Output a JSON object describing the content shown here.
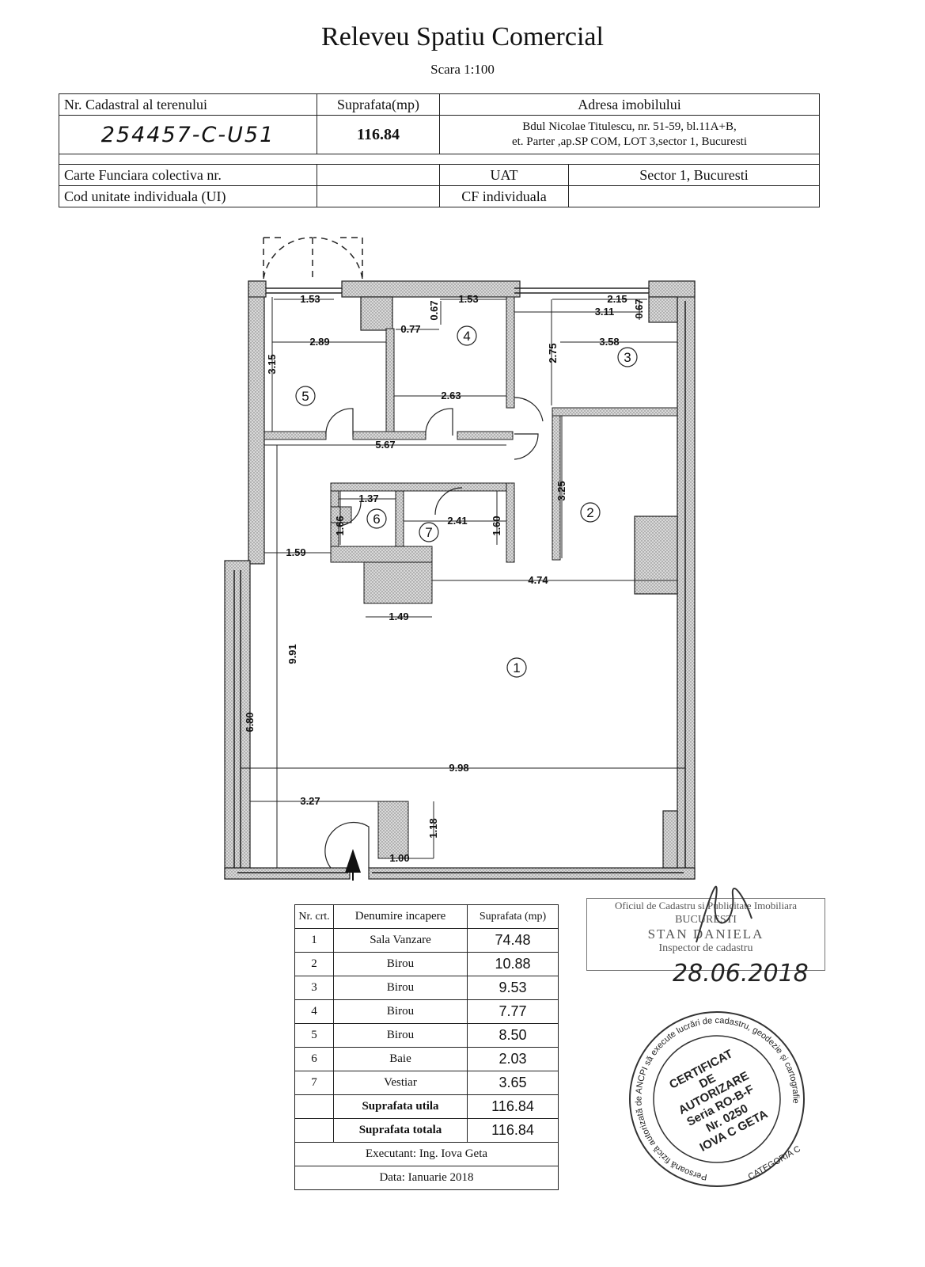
{
  "header": {
    "title": "Releveu Spatiu Comercial",
    "scale": "Scara 1:100"
  },
  "info_table": {
    "cadastral_label": "Nr. Cadastral al terenului",
    "area_label": "Suprafata(mp)",
    "address_label": "Adresa imobilului",
    "cadastral_value": "254457-C-U51",
    "area_value": "116.84",
    "address_line1": "Bdul Nicolae Titulescu, nr. 51-59, bl.11A+B,",
    "address_line2": "et. Parter ,ap.SP COM, LOT 3,sector 1, Bucuresti",
    "carte_label": "Carte Funciara colectiva nr.",
    "uat_label": "UAT",
    "uat_value": "Sector 1, Bucuresti",
    "cod_label": "Cod unitate individuala (UI)",
    "cf_label": "CF individuala"
  },
  "floor_plan": {
    "rooms": [
      "1",
      "2",
      "3",
      "4",
      "5",
      "6",
      "7"
    ],
    "dimensions": {
      "d_153a": "1.53",
      "d_067a": "0.67",
      "d_153b": "1.53",
      "d_215": "2.15",
      "d_067b": "0.67",
      "d_077": "0.77",
      "d_311": "3.11",
      "d_289": "2.89",
      "d_275": "2.75",
      "d_358": "3.58",
      "d_315": "3.15",
      "d_263": "2.63",
      "d_567": "5.67",
      "d_137": "1.37",
      "d_325": "3.25",
      "d_166": "1.66",
      "d_241": "2.41",
      "d_160": "1.60",
      "d_159": "1.59",
      "d_474": "4.74",
      "d_149": "1.49",
      "d_991": "9.91",
      "d_680": "6.80",
      "d_998": "9.98",
      "d_327": "3.27",
      "d_118": "1.18",
      "d_100": "1.00"
    }
  },
  "rooms_table": {
    "headers": [
      "Nr. crt.",
      "Denumire incapere",
      "Suprafata (mp)"
    ],
    "rows": [
      {
        "nr": "1",
        "name": "Sala Vanzare",
        "area": "74.48"
      },
      {
        "nr": "2",
        "name": "Birou",
        "area": "10.88"
      },
      {
        "nr": "3",
        "name": "Birou",
        "area": "9.53"
      },
      {
        "nr": "4",
        "name": "Birou",
        "area": "7.77"
      },
      {
        "nr": "5",
        "name": "Birou",
        "area": "8.50"
      },
      {
        "nr": "6",
        "name": "Baie",
        "area": "2.03"
      },
      {
        "nr": "7",
        "name": "Vestiar",
        "area": "3.65"
      }
    ],
    "util_label": "Suprafata utila",
    "util_value": "116.84",
    "total_label": "Suprafata totala",
    "total_value": "116.84",
    "executant": "Executant: Ing. Iova Geta",
    "date": "Data: Ianuarie 2018"
  },
  "ocpi_stamp": {
    "line1": "Oficiul de Cadastru si Publicitate Imobiliara",
    "line2": "BUCURESTI",
    "line3": "STAN DANIELA",
    "line4": "Inspector de cadastru",
    "handwritten_date": "28.06.2018"
  },
  "seal": {
    "outer_text": "Persoană fizică autorizată de ANCPI să execute lucrări de cadastru, geodezie și cartografie",
    "line1": "CERTIFICAT",
    "line2": "DE",
    "line3": "AUTORIZARE",
    "line4": "Seria RO-B-F",
    "line5": "Nr. 0250",
    "line6": "IOVA C GETA",
    "category": "CATEGORIA C"
  }
}
